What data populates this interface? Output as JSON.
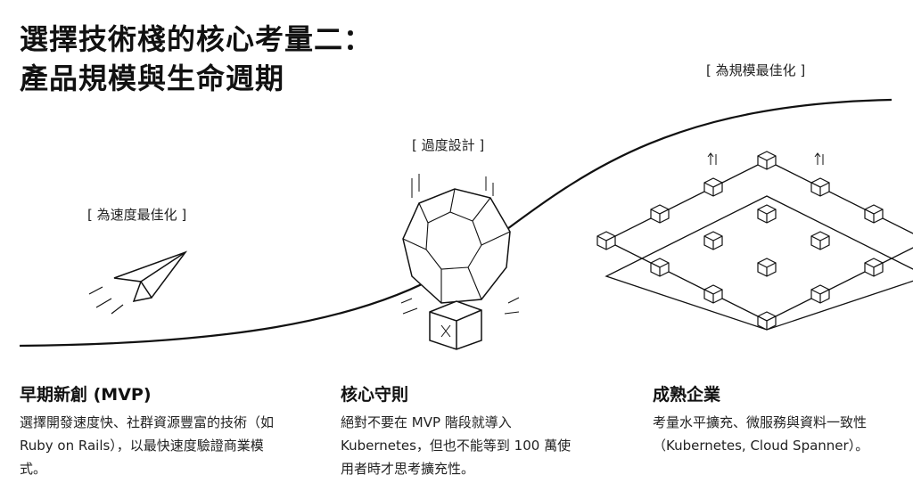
{
  "title": {
    "line1": "選擇技術棧的核心考量二：",
    "line2": "產品規模與生命週期"
  },
  "stages": {
    "speed_label": "[ 為速度最佳化 ]",
    "overdesign_label": "[ 過度設計 ]",
    "scale_label": "[ 為規模最佳化 ]"
  },
  "columns": [
    {
      "heading": "早期新創 (MVP)",
      "body": "選擇開發速度快、社群資源豐富的技術（如 Ruby on Rails），以最快速度驗證商業模式。"
    },
    {
      "heading": "核心守則",
      "body": "絕對不要在 MVP 階段就導入 Kubernetes，但也不能等到 100 萬使用者時才思考擴充性。"
    },
    {
      "heading": "成熟企業",
      "body": "考量水平擴充、微服務與資料一致性（Kubernetes, Cloud Spanner）。"
    }
  ]
}
